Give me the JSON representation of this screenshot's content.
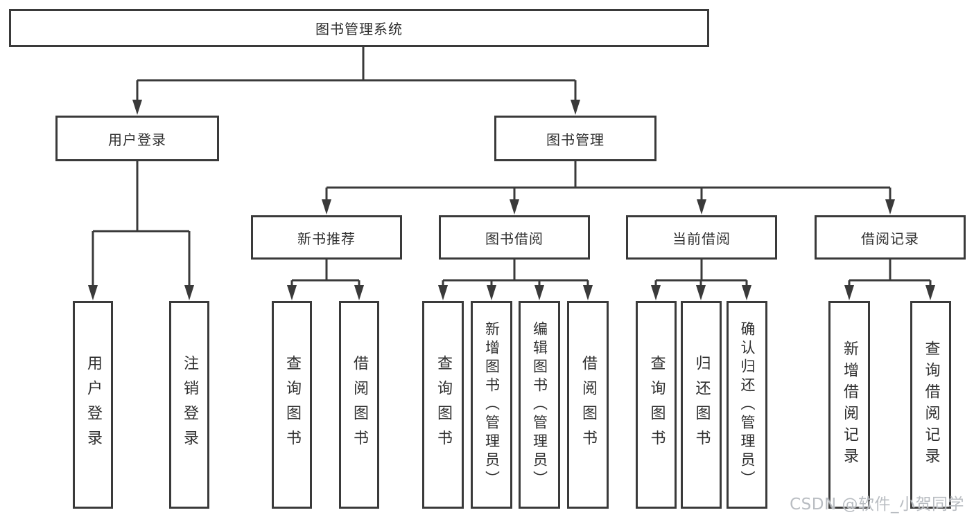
{
  "tree": {
    "root": "图书管理系统",
    "login": {
      "label": "用户登录",
      "children": [
        "用户登录",
        "注销登录"
      ]
    },
    "management": {
      "label": "图书管理",
      "sections": [
        {
          "label": "新书推荐",
          "children": [
            "查询图书",
            "借阅图书"
          ]
        },
        {
          "label": "图书借阅",
          "children": [
            "查询图书",
            "新增图书（管理员）",
            "编辑图书（管理员）",
            "借阅图书"
          ]
        },
        {
          "label": "当前借阅",
          "children": [
            "查询图书",
            "归还图书",
            "确认归还（管理员）"
          ]
        },
        {
          "label": "借阅记录",
          "children": [
            "新增借阅记录",
            "查询借阅记录"
          ]
        }
      ]
    }
  },
  "watermark": {
    "text": "CSDN @软件_小贺同学"
  },
  "colors": {
    "line": "#3a3a3a",
    "text": "#2f2f2f",
    "watermark": "#b9bdc2",
    "background": "#ffffff"
  }
}
